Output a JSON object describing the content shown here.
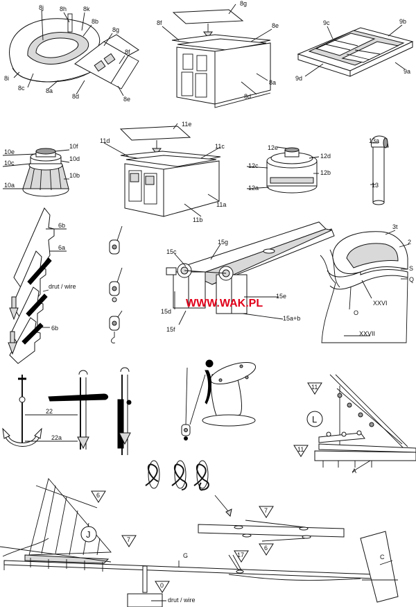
{
  "brand": {
    "text": "WWW.WAK.PL",
    "color": "#e0001a"
  },
  "labels": {
    "l8j": "8j",
    "l8h": "8h",
    "l8k": "8k",
    "l8b": "8b",
    "l8g_a": "8g",
    "l8f_a": "8f",
    "l8i": "8i",
    "l8c": "8c",
    "l8a_a": "8a",
    "l8d_a": "8d",
    "l8e_a": "8e",
    "l8g_b": "8g",
    "l8f_b": "8f",
    "l8e_b": "8e",
    "l8a_b": "8a",
    "l8d_b": "8d",
    "l9c": "9c",
    "l9b": "9b",
    "l9d": "9d",
    "l9a": "9a",
    "l10e": "10e",
    "l10f": "10f",
    "l10c": "10c",
    "l10d": "10d",
    "l10a": "10a",
    "l10b": "10b",
    "l11e": "11e",
    "l11d": "11d",
    "l11c": "11c",
    "l11a": "11a",
    "l11b": "11b",
    "l12e": "12e",
    "l12d": "12d",
    "l12c": "12c",
    "l12b": "12b",
    "l12a": "12a",
    "l13a": "13a",
    "l13": "13",
    "l6b_a": "6b",
    "l6a": "6a",
    "ldrut1": "drut / wire",
    "l6b_b": "6b",
    "l15c": "15c",
    "l15g": "15g",
    "l15e": "15e",
    "l15d": "15d",
    "l15f": "15f",
    "l15ab": "15a+b",
    "l3t": "3t",
    "l2": "2",
    "lS": "S",
    "lQ": "Q",
    "lXXVI": "XXVI",
    "lO": "O",
    "lXXVII": "XXVII",
    "l22": "22",
    "l22a": "22a",
    "lA": "A",
    "lG": "G",
    "lC": "C",
    "ldrut2": "drut / wire"
  },
  "triangles": {
    "t11a": "11",
    "t11b": "11",
    "t6": "6",
    "t7a": "7",
    "t7b": "7",
    "t6b": "6",
    "t17": "17",
    "t0": "0"
  },
  "circles": {
    "cL": "L",
    "cJ": "J"
  }
}
